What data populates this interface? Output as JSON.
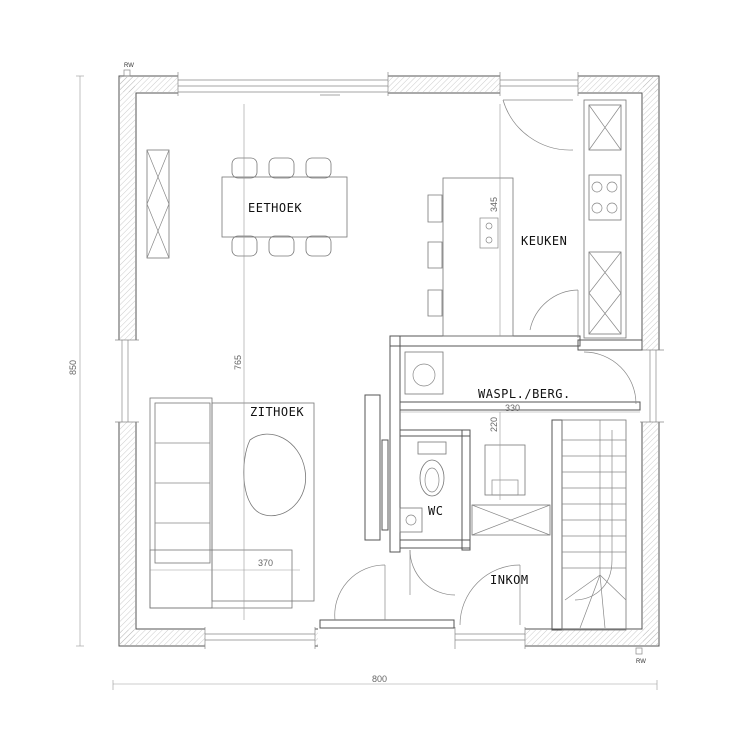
{
  "rooms": {
    "eethoek": "EETHOEK",
    "keuken": "KEUKEN",
    "zithoek": "ZITHOEK",
    "waspl": "WASPL./BERG.",
    "wc": "WC",
    "inkom": "INKOM"
  },
  "dimensions": {
    "overall_width": "800",
    "overall_height": "850",
    "living_height": "765",
    "island_height": "345",
    "zithoek_width": "370",
    "waspl_width": "330",
    "waspl_height": "220"
  },
  "markers": {
    "rw_top": "RW",
    "rw_bottom": "RW"
  }
}
